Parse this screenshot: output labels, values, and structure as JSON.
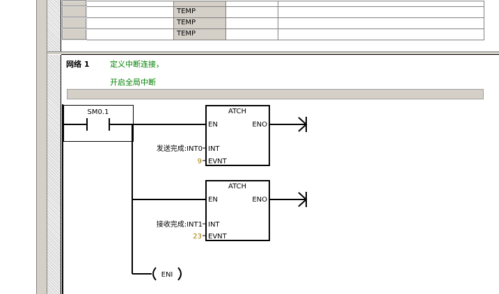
{
  "var_table": {
    "rows": [
      {
        "type": "TEMP"
      },
      {
        "type": "TEMP"
      },
      {
        "type": "TEMP"
      },
      {
        "type": "TEMP"
      }
    ]
  },
  "network": {
    "label": "网络 1",
    "comment_line1": "定义中断连接，",
    "comment_line2": "开启全局中断",
    "contact": "SM0.1",
    "blocks": [
      {
        "title": "ATCH",
        "en": "EN",
        "eno": "ENO",
        "int_pin": "INT",
        "evnt_pin": "EVNT",
        "int_value": "发送完成:INT0",
        "evnt_value": "9"
      },
      {
        "title": "ATCH",
        "en": "EN",
        "eno": "ENO",
        "int_pin": "INT",
        "evnt_pin": "EVNT",
        "int_value": "接收完成:INT1",
        "evnt_value": "23"
      }
    ],
    "coil": "ENI"
  },
  "colors": {
    "comment": "#008000",
    "value": "#a07800",
    "panel": "#d4d0c8"
  }
}
